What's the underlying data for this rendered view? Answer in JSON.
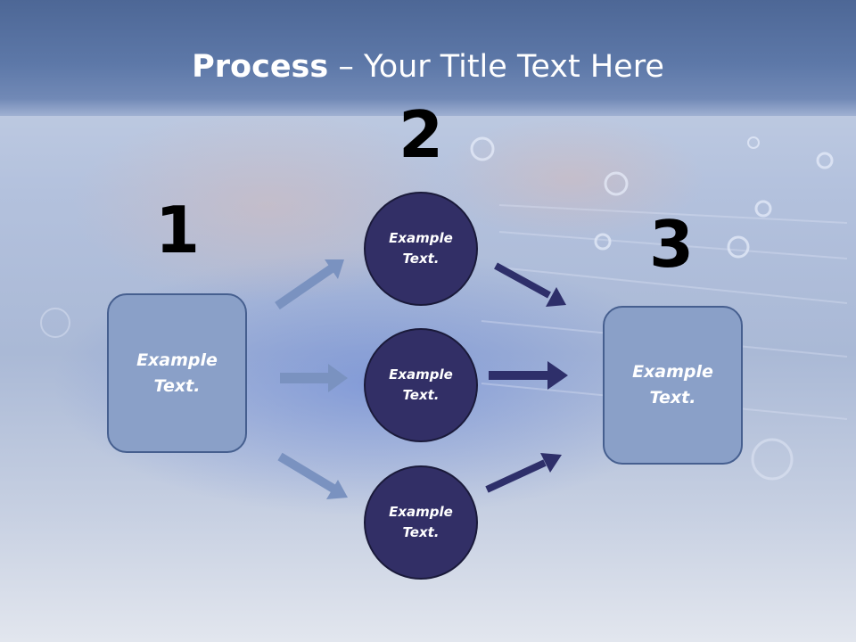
{
  "header": {
    "title_bold": "Process",
    "title_rest": " – Your Title Text Here"
  },
  "stages": [
    {
      "number": "1",
      "label": "Example\nText."
    },
    {
      "number": "2"
    },
    {
      "number": "3",
      "label": "Example\nText."
    }
  ],
  "nodes": [
    {
      "label": "Example\nText."
    },
    {
      "label": "Example\nText."
    },
    {
      "label": "Example\nText."
    }
  ],
  "colors": {
    "box_fill": "#8aa0c8",
    "box_border": "#465f8f",
    "circle_fill": "#322f66",
    "arrow_light": "#7a92c0",
    "arrow_dark": "#2e2f6a",
    "header": "#5d78a8"
  }
}
